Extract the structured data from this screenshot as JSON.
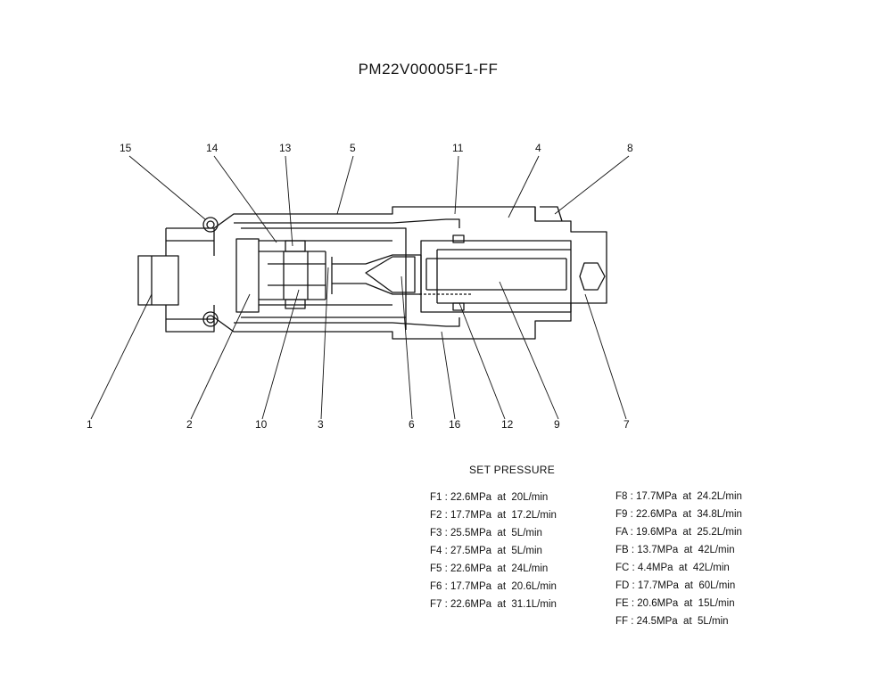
{
  "title": "PM22V00005F1-FF",
  "callouts": [
    {
      "id": "1",
      "label": "1"
    },
    {
      "id": "2",
      "label": "2"
    },
    {
      "id": "3",
      "label": "3"
    },
    {
      "id": "4",
      "label": "4"
    },
    {
      "id": "5",
      "label": "5"
    },
    {
      "id": "6",
      "label": "6"
    },
    {
      "id": "7",
      "label": "7"
    },
    {
      "id": "8",
      "label": "8"
    },
    {
      "id": "9",
      "label": "9"
    },
    {
      "id": "10",
      "label": "10"
    },
    {
      "id": "11",
      "label": "11"
    },
    {
      "id": "12",
      "label": "12"
    },
    {
      "id": "13",
      "label": "13"
    },
    {
      "id": "14",
      "label": "14"
    },
    {
      "id": "15",
      "label": "15"
    },
    {
      "id": "16",
      "label": "16"
    }
  ],
  "set_pressure": {
    "heading": "SET PRESSURE",
    "left": [
      "F1 : 22.6MPa  at  20L/min",
      "F2 : 17.7MPa  at  17.2L/min",
      "F3 : 25.5MPa  at  5L/min",
      "F4 : 27.5MPa  at  5L/min",
      "F5 : 22.6MPa  at  24L/min",
      "F6 : 17.7MPa  at  20.6L/min",
      "F7 : 22.6MPa  at  31.1L/min"
    ],
    "right": [
      "F8 : 17.7MPa  at  24.2L/min",
      "F9 : 22.6MPa  at  34.8L/min",
      "FA : 19.6MPa  at  25.2L/min",
      "FB : 13.7MPa  at  42L/min",
      "FC : 4.4MPa  at  42L/min",
      "FD : 17.7MPa  at  60L/min",
      "FE : 20.6MPa  at  15L/min",
      "FF : 24.5MPa  at  5L/min"
    ]
  }
}
